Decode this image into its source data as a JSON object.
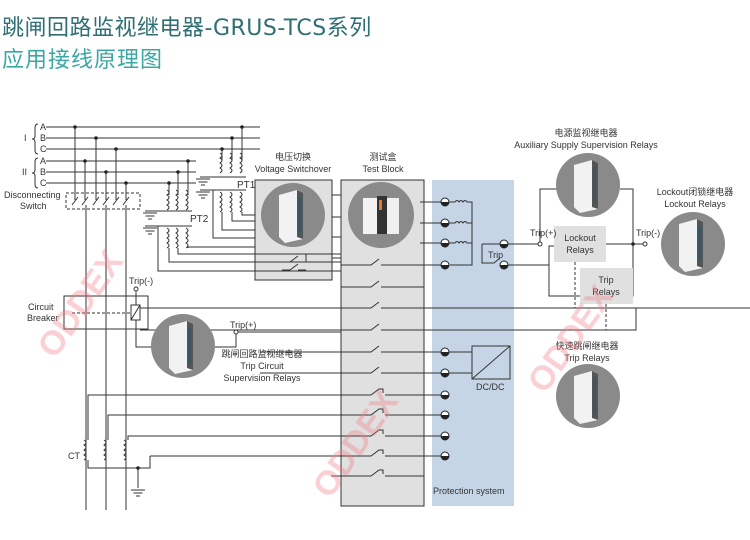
{
  "title": {
    "line1": "跳闸回路监视继电器-GRUS-TCS系列",
    "line2": "应用接线原理图"
  },
  "bus": {
    "group_I": "I",
    "group_II": "II",
    "phases_I": [
      "A",
      "B",
      "C"
    ],
    "phases_II": [
      "A",
      "B",
      "C"
    ]
  },
  "labels": {
    "disconnecting_switch": [
      "Disconnecting",
      "Switch"
    ],
    "pt1": "PT1",
    "pt2": "PT2",
    "circuit_breaker": [
      "Circuit",
      "Breaker"
    ],
    "ct": "CT",
    "trip_minus_left": "Trip(-)",
    "trip_plus_left": "Trip(+)",
    "trip_plus_right": "Trip(+)",
    "trip_minus_right": "Trip(-)",
    "trip": "Trip",
    "dcdc": "DC/DC",
    "protection_system": "Protection system"
  },
  "blocks": {
    "voltage_switchover": {
      "cn": "电压切换",
      "en": "Voltage Switchover"
    },
    "test_block": {
      "cn": "测试盒",
      "en": "Test Block"
    },
    "aux_supply": {
      "cn": "电源监视继电器",
      "en": "Auxiliary Supply Supervision Relays"
    },
    "lockout": {
      "cn": "Lockout闭锁继电器",
      "en": "Lockout  Relays"
    },
    "lockout_box": [
      "Lockout",
      "Relays"
    ],
    "trip_box": [
      "Trip",
      "Relays"
    ],
    "tcs": {
      "cn": "跳闸回路监视继电器",
      "en1": "Trip Circuit",
      "en2": "Supervision Relays"
    },
    "trip_relays": {
      "cn": "快速跳闸继电器",
      "en": "Trip Relays"
    }
  },
  "watermark": "ODDEX",
  "colors": {
    "title_dark": "#2f6f73",
    "title_light": "#3aa7a3",
    "protection_bg": "#c5d5e6",
    "block_bg": "#e0e0e0",
    "relay_circle": "#8a8a8a",
    "watermark": "#f5a3a8"
  }
}
